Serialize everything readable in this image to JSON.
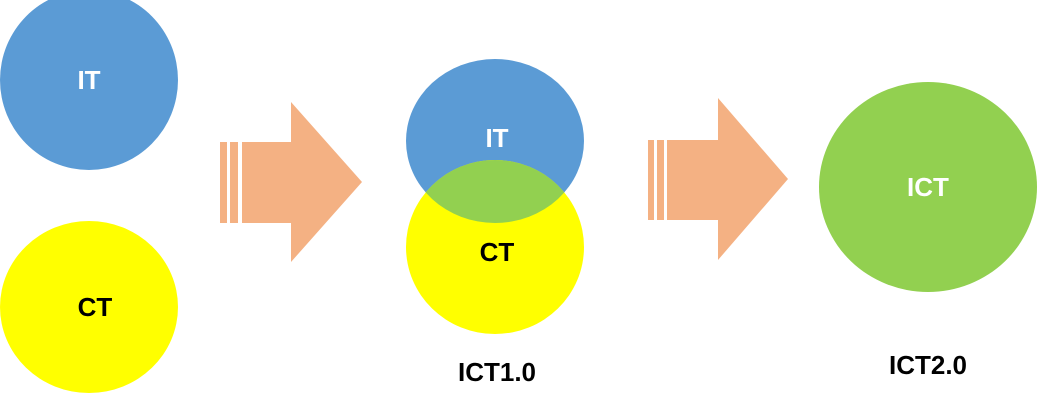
{
  "stages": [
    {
      "circles": [
        {
          "label": "IT"
        },
        {
          "label": "CT"
        }
      ]
    },
    {
      "circles": [
        {
          "label": "IT"
        },
        {
          "label": "CT"
        }
      ],
      "caption": "ICT1.0"
    },
    {
      "circles": [
        {
          "label": "ICT"
        }
      ],
      "caption": "ICT2.0"
    }
  ],
  "colors": {
    "it": "#5b9bd5",
    "ct": "#ffff00",
    "ict": "#92d050",
    "arrow": "#f4b183",
    "text_light": "#ffffff",
    "text_dark": "#000000"
  }
}
